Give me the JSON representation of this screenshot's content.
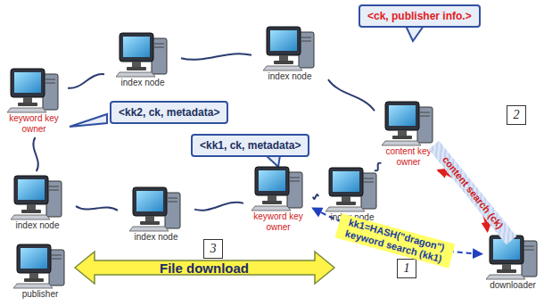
{
  "diagram": {
    "nodes": [
      {
        "text": [
          "<ck, publisher info.>"
        ]
      },
      {
        "text": [
          "index node"
        ]
      },
      {
        "text": [
          "index node"
        ]
      },
      {
        "text": [
          "keyword key owner"
        ]
      },
      {
        "text": [
          "content key owner"
        ]
      },
      {
        "text": [
          "<kk2, ck, metadata>"
        ]
      },
      {
        "text": [
          "<kk1, ck, metadata>"
        ]
      },
      {
        "text": [
          "index node"
        ]
      },
      {
        "text": [
          "keyword key owner"
        ]
      },
      {
        "text": [
          "index node"
        ]
      },
      {
        "text": [
          "index node"
        ]
      },
      {
        "text": [
          "2"
        ]
      },
      {
        "text": [
          "3"
        ]
      },
      {
        "text": [
          "1"
        ]
      },
      {
        "text": [
          "downloader"
        ]
      },
      {
        "text": [
          "publisher"
        ]
      }
    ],
    "edges": [
      {
        "from": 3,
        "to": 2,
        "arrow": "none"
      },
      {
        "from": 2,
        "to": 1,
        "arrow": "none"
      },
      {
        "from": 1,
        "to": 4,
        "arrow": "none"
      },
      {
        "from": 4,
        "to": 7,
        "arrow": "none"
      },
      {
        "from": 7,
        "to": 8,
        "arrow": "none"
      },
      {
        "from": 8,
        "to": 10,
        "arrow": "none"
      },
      {
        "from": 10,
        "to": 9,
        "arrow": "none"
      },
      {
        "from": 9,
        "to": 3,
        "arrow": "none"
      },
      {
        "from": 4,
        "to": 14,
        "label": "content search (ck)",
        "arrow": "both"
      },
      {
        "from": 8,
        "to": 14,
        "label": "kk1=HASH(\"dragon\") keyword search (kk1)",
        "arrow": "both"
      }
    ],
    "labels": [
      "File download"
    ]
  }
}
